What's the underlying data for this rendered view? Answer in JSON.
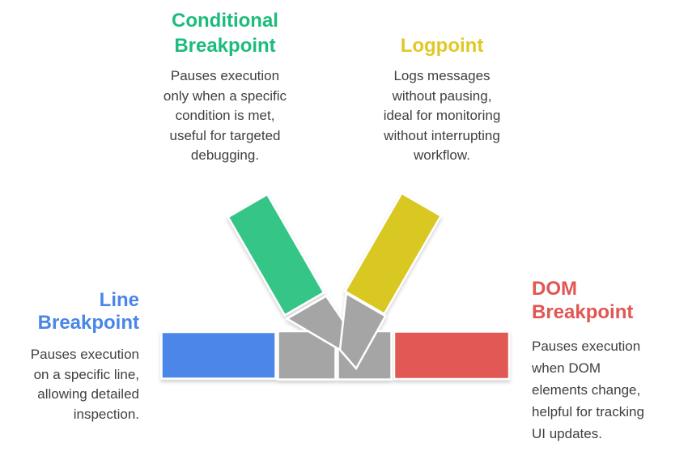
{
  "page": {
    "background": "#FFFFFF"
  },
  "colors": {
    "blue": "#4B86E8",
    "green": "#34C586",
    "yellow": "#D9C723",
    "red": "#E15855",
    "gray": "#A5A5A5",
    "outline": "#FFFFFF",
    "description_text": "#3F3F3F",
    "title_green": "#1DBC7C",
    "title_yellow": "#E2C827",
    "title_blue": "#4A86E8",
    "title_red": "#E25551"
  },
  "blocks": {
    "conditional": {
      "title": "Conditional Breakpoint",
      "title_lines": [
        "Conditional",
        "Breakpoint"
      ],
      "desc_lines": [
        "Pauses execution",
        "only when a specific",
        "condition is met,",
        "useful for targeted",
        "debugging."
      ]
    },
    "logpoint": {
      "title": "Logpoint",
      "title_lines": [
        "Logpoint"
      ],
      "desc_lines": [
        "Logs messages",
        "without pausing,",
        "ideal for monitoring",
        "without interrupting",
        "workflow."
      ]
    },
    "line": {
      "title": "Line Breakpoint",
      "title_lines": [
        "Line",
        "Breakpoint"
      ],
      "desc_lines": [
        "Pauses execution",
        "on a specific line,",
        "allowing detailed",
        "inspection."
      ]
    },
    "dom": {
      "title": "DOM Breakpoint",
      "title_lines": [
        "DOM",
        "Breakpoint"
      ],
      "desc_lines": [
        "Pauses execution",
        "when DOM",
        "elements change,",
        "helpful for tracking",
        "UI updates."
      ]
    }
  }
}
